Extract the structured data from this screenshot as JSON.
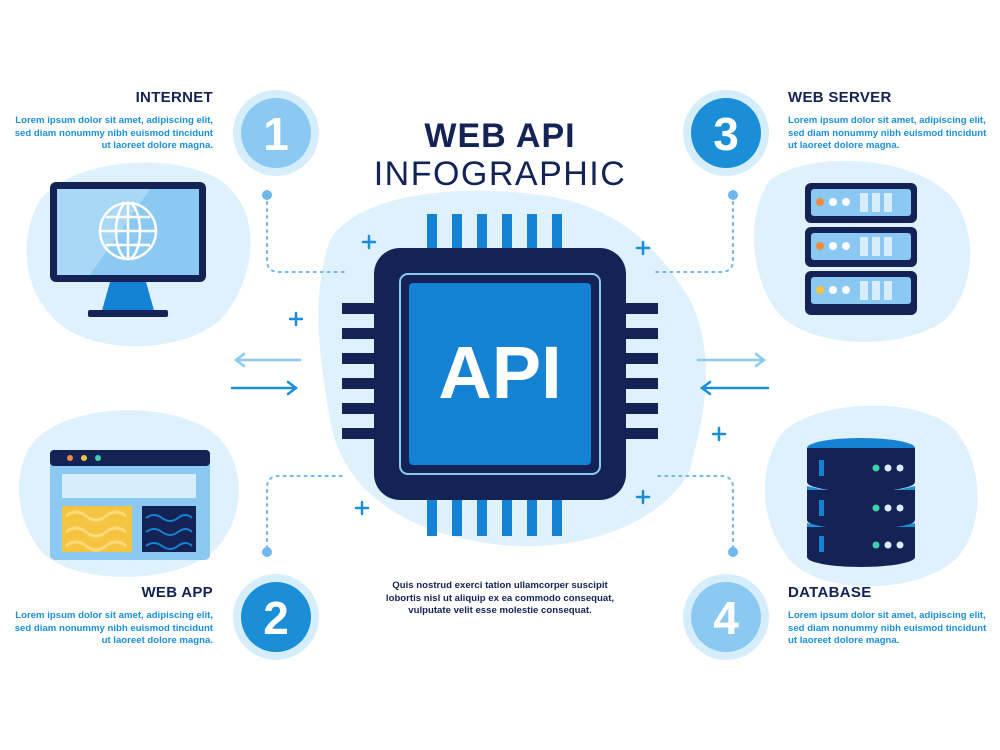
{
  "title": {
    "line1": "WEB API",
    "line2": "INFOGRAPHIC"
  },
  "center": {
    "chip_label": "API",
    "caption": "Quis nostrud exerci tation ullamcorper suscipit lobortis nisl ut aliquip ex ea commodo consequat, vulputate velit esse molestie consequat."
  },
  "steps": [
    {
      "number": "1",
      "title": "INTERNET",
      "text": "Lorem ipsum dolor sit amet, adipiscing elit, sed diam nonummy nibh euismod tincidunt ut laoreet dolore magna."
    },
    {
      "number": "2",
      "title": "WEB APP",
      "text": "Lorem ipsum dolor sit amet, adipiscing elit, sed diam nonummy nibh euismod tincidunt ut laoreet dolore magna."
    },
    {
      "number": "3",
      "title": "WEB SERVER",
      "text": "Lorem ipsum dolor sit amet, adipiscing elit, sed diam nonummy nibh euismod tincidunt ut laoreet dolore magna."
    },
    {
      "number": "4",
      "title": "DATABASE",
      "text": "Lorem ipsum dolor sit amet, adipiscing elit, sed diam nonummy nibh euismod tincidunt ut laoreet dolore magna."
    }
  ],
  "icons": [
    "monitor-globe-icon",
    "browser-window-icon",
    "server-rack-icon",
    "database-icon",
    "cpu-chip-icon"
  ],
  "colors": {
    "navy": "#142355",
    "blue": "#1a8fd8",
    "light_blue": "#d6eefb",
    "chip_blue": "#1582d4",
    "yellow": "#f5c542"
  }
}
